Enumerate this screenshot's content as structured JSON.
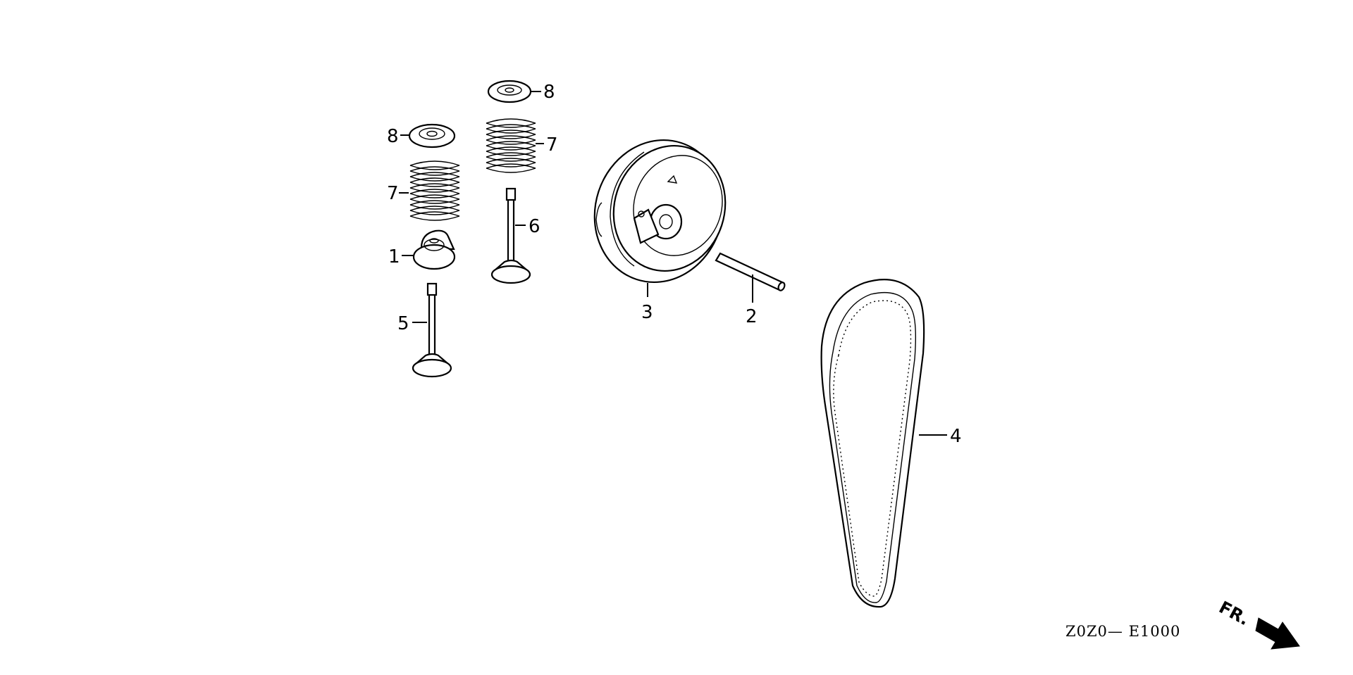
{
  "callouts": {
    "valve_seal": "1",
    "cam_pin": "2",
    "cam_pulley": "3",
    "timing_belt": "4",
    "valve_left": "5",
    "valve_right": "6",
    "spring_left": "7",
    "spring_right": "7",
    "retainer_left": "8",
    "retainer_right": "8"
  },
  "diagram_code": "Z0Z0— E1000",
  "front_indicator": "FR."
}
